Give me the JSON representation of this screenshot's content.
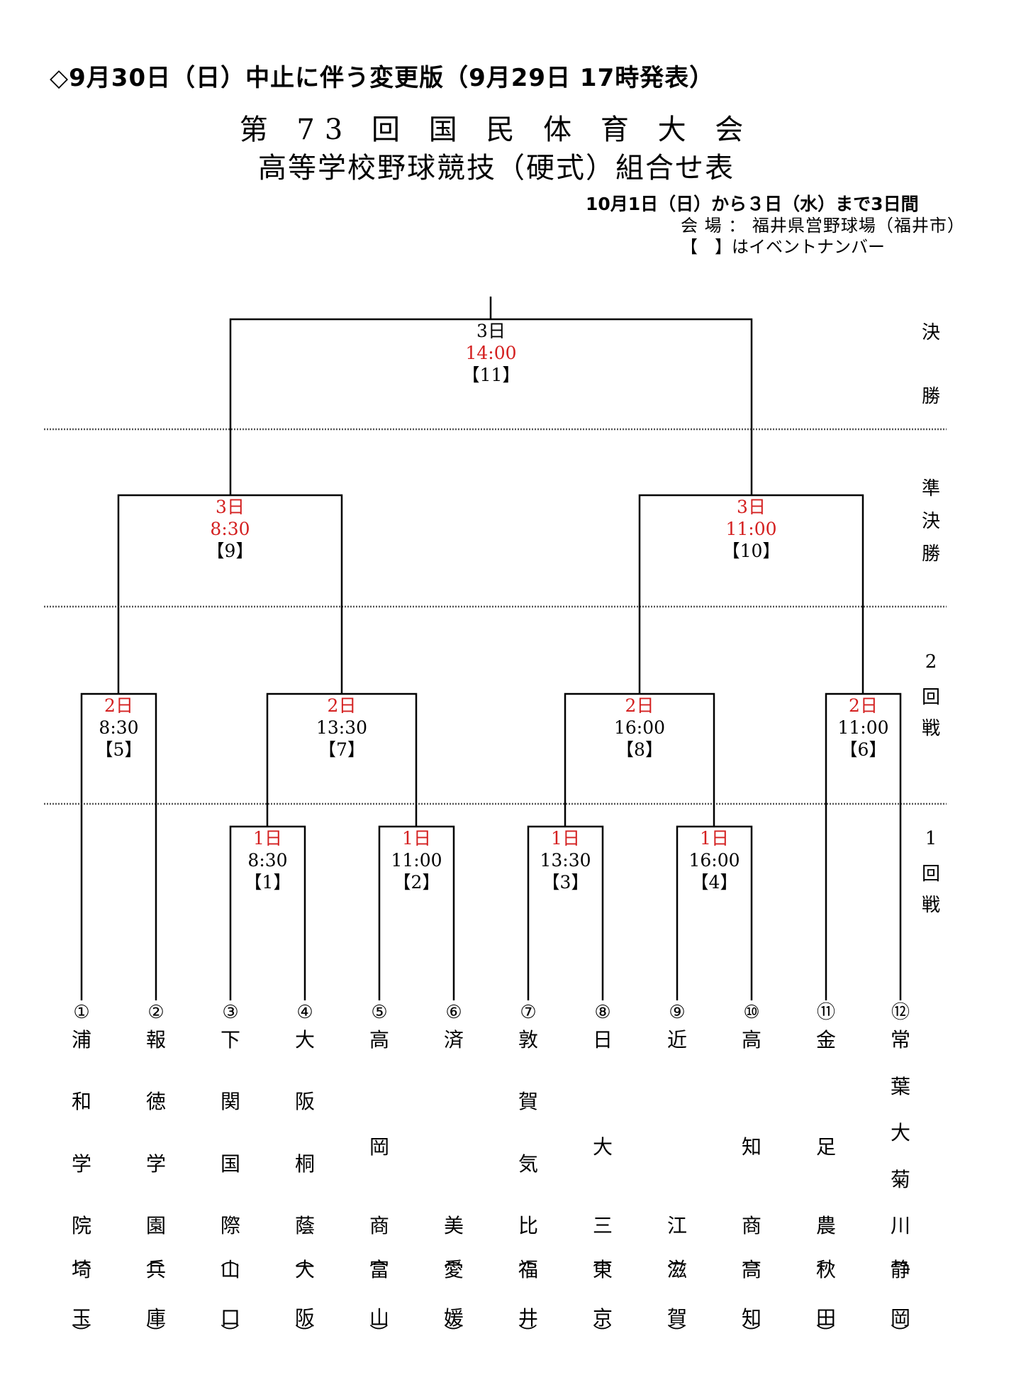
{
  "notice": "◇9月30日（日）中止に伴う変更版（9月29日 17時発表）",
  "title": {
    "line1": "第 73 回 国 民 体 育 大 会",
    "line2": "高等学校野球競技（硬式）組合せ表"
  },
  "info": {
    "period": "10月1日（日）から３日（水）まで3日間",
    "venue": "会 場 ： 福井県営野球場（福井市）",
    "legend": "【　】はイベントナンバー"
  },
  "colors": {
    "date": "#d42020",
    "time_highlight": "#d42020",
    "line": "#000000"
  },
  "rounds": [
    {
      "id": "final",
      "label": "決勝"
    },
    {
      "id": "semi",
      "label": "準決勝"
    },
    {
      "id": "r2",
      "label": "2回戦"
    },
    {
      "id": "r1",
      "label": "1回戦"
    }
  ],
  "matches": [
    {
      "event": "【1】",
      "day": "1日",
      "time": "8:30",
      "round": "r1",
      "time_red": false
    },
    {
      "event": "【2】",
      "day": "1日",
      "time": "11:00",
      "round": "r1",
      "time_red": false
    },
    {
      "event": "【3】",
      "day": "1日",
      "time": "13:30",
      "round": "r1",
      "time_red": false
    },
    {
      "event": "【4】",
      "day": "1日",
      "time": "16:00",
      "round": "r1",
      "time_red": false
    },
    {
      "event": "【5】",
      "day": "2日",
      "time": "8:30",
      "round": "r2",
      "time_red": false
    },
    {
      "event": "【6】",
      "day": "2日",
      "time": "11:00",
      "round": "r2",
      "time_red": false
    },
    {
      "event": "【7】",
      "day": "2日",
      "time": "13:30",
      "round": "r2",
      "time_red": false
    },
    {
      "event": "【8】",
      "day": "2日",
      "time": "16:00",
      "round": "r2",
      "time_red": false
    },
    {
      "event": "【9】",
      "day": "3日",
      "time": "8:30",
      "round": "semi",
      "time_red": true
    },
    {
      "event": "【10】",
      "day": "3日",
      "time": "11:00",
      "round": "semi",
      "time_red": true
    },
    {
      "event": "【11】",
      "day": "3日",
      "time": "14:00",
      "round": "final",
      "time_red": true,
      "day_black": true
    }
  ],
  "teams": [
    {
      "num": "①",
      "name": [
        "浦",
        "和",
        "学",
        "院"
      ],
      "pref": "埼玉"
    },
    {
      "num": "②",
      "name": [
        "報",
        "徳",
        "学",
        "園"
      ],
      "pref": "兵庫"
    },
    {
      "num": "③",
      "name": [
        "下",
        "関",
        "国",
        "際"
      ],
      "pref": "山口"
    },
    {
      "num": "④",
      "name": [
        "大",
        "阪",
        "桐",
        "蔭"
      ],
      "pref": "大阪"
    },
    {
      "num": "⑤",
      "name": [
        "高",
        "岡",
        "商"
      ],
      "pref": "富山"
    },
    {
      "num": "⑥",
      "name": [
        "済",
        "美"
      ],
      "pref": "愛媛"
    },
    {
      "num": "⑦",
      "name": [
        "敦",
        "賀",
        "気",
        "比"
      ],
      "pref": "福井"
    },
    {
      "num": "⑧",
      "name": [
        "日",
        "大",
        "三"
      ],
      "pref": "東京"
    },
    {
      "num": "⑨",
      "name": [
        "近",
        "江"
      ],
      "pref": "滋賀"
    },
    {
      "num": "⑩",
      "name": [
        "高",
        "知",
        "商"
      ],
      "pref": "高知"
    },
    {
      "num": "⑪",
      "name": [
        "金",
        "足",
        "農"
      ],
      "pref": "秋田"
    },
    {
      "num": "⑫",
      "name": [
        "常",
        "葉",
        "大",
        "菊",
        "川"
      ],
      "pref": "静岡"
    }
  ]
}
